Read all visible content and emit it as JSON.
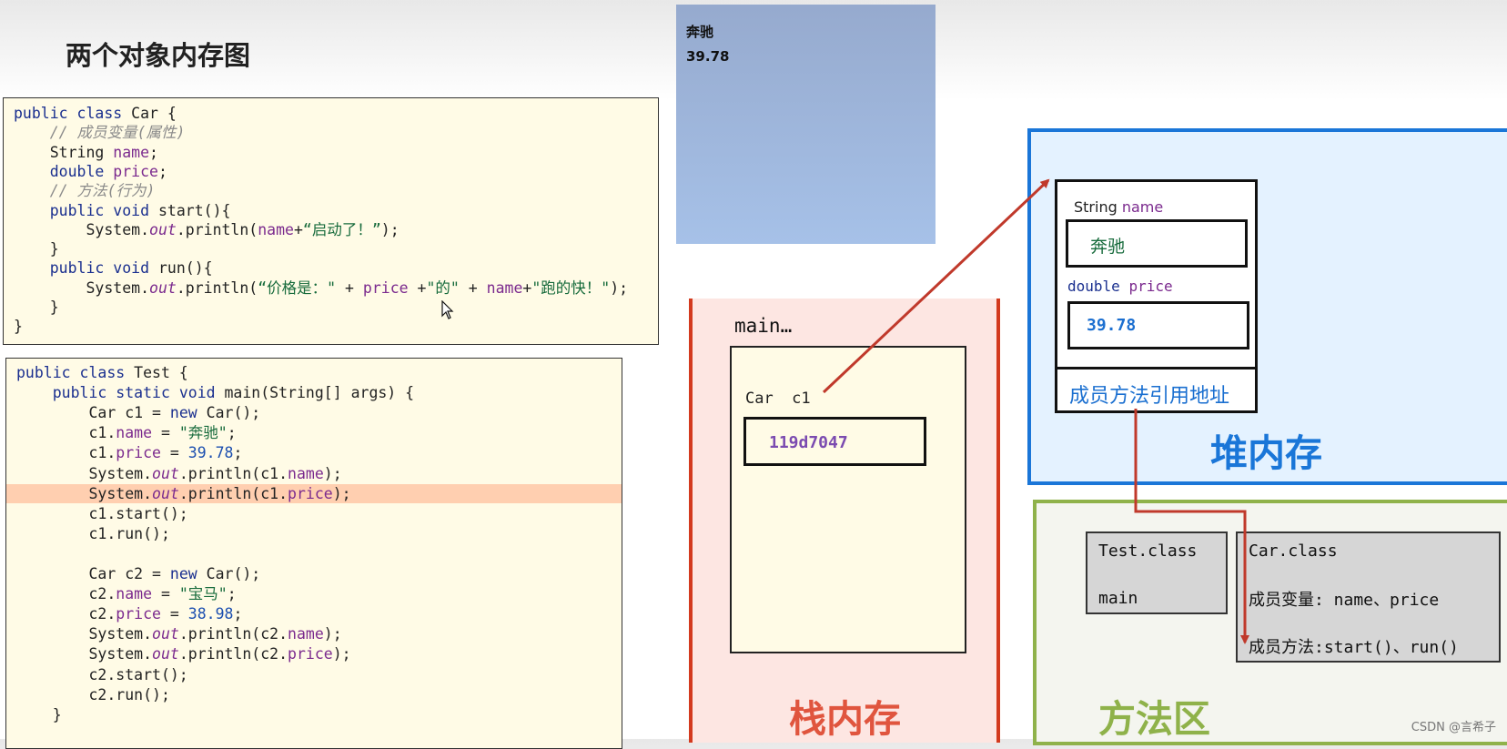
{
  "title": "两个对象内存图",
  "car_code": [
    [
      [
        "kw",
        "public class "
      ],
      [
        "",
        "Car {"
      ]
    ],
    [
      [
        "",
        "    "
      ],
      [
        "cm",
        "// 成员变量(属性)"
      ]
    ],
    [
      [
        "",
        "    String "
      ],
      [
        "fld",
        "name"
      ],
      [
        "",
        ";"
      ]
    ],
    [
      [
        "",
        "    "
      ],
      [
        "kw",
        "double "
      ],
      [
        "fld",
        "price"
      ],
      [
        "",
        ";"
      ]
    ],
    [
      [
        "",
        "    "
      ],
      [
        "cm",
        "// 方法(行为)"
      ]
    ],
    [
      [
        "",
        "    "
      ],
      [
        "kw",
        "public void "
      ],
      [
        "",
        "start(){"
      ]
    ],
    [
      [
        "",
        "        System."
      ],
      [
        "it",
        "out"
      ],
      [
        "",
        ".println("
      ],
      [
        "fld",
        "name"
      ],
      [
        "",
        "+"
      ],
      [
        "str",
        "“启动了！”"
      ],
      [
        "",
        ");"
      ]
    ],
    [
      [
        "",
        "    }"
      ]
    ],
    [
      [
        "",
        "    "
      ],
      [
        "kw",
        "public void "
      ],
      [
        "",
        "run(){"
      ]
    ],
    [
      [
        "",
        "        System."
      ],
      [
        "it",
        "out"
      ],
      [
        "",
        ".println("
      ],
      [
        "str",
        "“价格是：\" "
      ],
      [
        "",
        "+ "
      ],
      [
        "fld",
        "price"
      ],
      [
        "",
        " +"
      ],
      [
        "str",
        "\"的\""
      ],
      [
        "",
        " + "
      ],
      [
        "fld",
        "name"
      ],
      [
        "",
        "+"
      ],
      [
        "str",
        "\"跑的快！\""
      ],
      [
        "",
        ");"
      ]
    ],
    [
      [
        "",
        "    }"
      ]
    ],
    [
      [
        "",
        "}"
      ]
    ]
  ],
  "test_code": [
    [
      [
        "kw",
        "public class "
      ],
      [
        "",
        "Test {"
      ]
    ],
    [
      [
        "",
        "    "
      ],
      [
        "kw",
        "public static void "
      ],
      [
        "",
        "main(String[] args) {"
      ]
    ],
    [
      [
        "",
        "        Car c1 = "
      ],
      [
        "kw",
        "new "
      ],
      [
        "",
        "Car();"
      ]
    ],
    [
      [
        "",
        "        c1."
      ],
      [
        "fld",
        "name"
      ],
      [
        "",
        " = "
      ],
      [
        "str",
        "\"奔驰\""
      ],
      [
        "",
        ";"
      ]
    ],
    [
      [
        "",
        "        c1."
      ],
      [
        "fld",
        "price"
      ],
      [
        "",
        " = "
      ],
      [
        "num",
        "39.78"
      ],
      [
        "",
        ";"
      ]
    ],
    [
      [
        "",
        "        System."
      ],
      [
        "it",
        "out"
      ],
      [
        "",
        ".println(c1."
      ],
      [
        "fld",
        "name"
      ],
      [
        "",
        ");"
      ]
    ],
    [
      [
        "",
        "        System."
      ],
      [
        "it",
        "out"
      ],
      [
        "",
        ".println(c1."
      ],
      [
        "fld",
        "price"
      ],
      [
        "",
        ");"
      ]
    ],
    [
      [
        "",
        "        c1.start();"
      ]
    ],
    [
      [
        "",
        "        c1.run();"
      ]
    ],
    [
      [
        "",
        ""
      ]
    ],
    [
      [
        "",
        "        Car c2 = "
      ],
      [
        "kw",
        "new "
      ],
      [
        "",
        "Car();"
      ]
    ],
    [
      [
        "",
        "        c2."
      ],
      [
        "fld",
        "name"
      ],
      [
        "",
        " = "
      ],
      [
        "str",
        "\"宝马\""
      ],
      [
        "",
        ";"
      ]
    ],
    [
      [
        "",
        "        c2."
      ],
      [
        "fld",
        "price"
      ],
      [
        "",
        " = "
      ],
      [
        "num",
        "38.98"
      ],
      [
        "",
        ";"
      ]
    ],
    [
      [
        "",
        "        System."
      ],
      [
        "it",
        "out"
      ],
      [
        "",
        ".println(c2."
      ],
      [
        "fld",
        "name"
      ],
      [
        "",
        ");"
      ]
    ],
    [
      [
        "",
        "        System."
      ],
      [
        "it",
        "out"
      ],
      [
        "",
        ".println(c2."
      ],
      [
        "fld",
        "price"
      ],
      [
        "",
        ");"
      ]
    ],
    [
      [
        "",
        "        c2.start();"
      ]
    ],
    [
      [
        "",
        "        c2.run();"
      ]
    ],
    [
      [
        "",
        "    }"
      ]
    ]
  ],
  "highlighted_test_line": 6,
  "console": {
    "line1": "奔驰",
    "line2": "39.78"
  },
  "stack": {
    "label": "栈内存",
    "frame_title": "main…",
    "var_label": "Car  c1",
    "var_value": "119d7047"
  },
  "heap": {
    "label": "堆内存",
    "name_field_type": "String ",
    "name_field_name": "name",
    "name_value": "奔驰",
    "price_field_type": "double ",
    "price_field_name": "price",
    "price_value": "39.78",
    "method_ref": "成员方法引用地址"
  },
  "method_area": {
    "label": "方法区",
    "test_class": "Test.class",
    "test_main": "main",
    "car_class": "Car.class",
    "car_fields": "成员变量: name、price",
    "car_methods": "成员方法:start()、run()"
  },
  "watermark": "CSDN @言希子",
  "colors": {
    "stack_border": "#d33a1e",
    "heap_border": "#1a76d8",
    "method_border": "#8fb24a",
    "arrow": "#c0392b"
  }
}
